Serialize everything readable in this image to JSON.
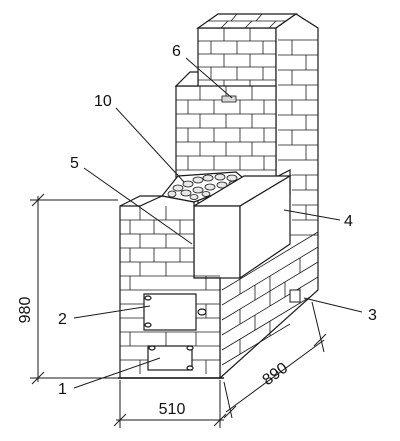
{
  "colors": {
    "line": "#1a1a1a",
    "brick_face": "#ffffff",
    "shade": "#d9d9d9",
    "stones": "#e8e8e8"
  },
  "labels": {
    "callout_1": "1",
    "callout_2": "2",
    "callout_3": "3",
    "callout_4": "4",
    "callout_5": "5",
    "callout_6": "6",
    "callout_10": "10"
  },
  "dimensions": {
    "height": "980",
    "width": "510",
    "depth": "890"
  }
}
